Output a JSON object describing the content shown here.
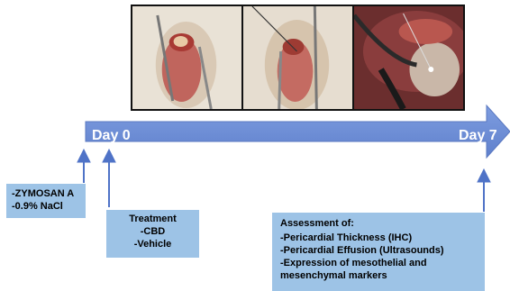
{
  "timeline": {
    "start_label": "Day 0",
    "end_label": "Day 7",
    "arrow_color": "#6f8fd6",
    "box_color": "#9dc3e6"
  },
  "photos": [
    {
      "name": "surgical-photo-1"
    },
    {
      "name": "surgical-photo-2"
    },
    {
      "name": "surgical-photo-3"
    }
  ],
  "boxes": {
    "injection": {
      "lines": [
        "-ZYMOSAN A",
        "-0.9% NaCl"
      ]
    },
    "treatment": {
      "title": "Treatment",
      "lines": [
        "-CBD",
        "-Vehicle"
      ]
    },
    "assessment": {
      "title": "Assessment of:",
      "lines": [
        "-Pericardial Thickness (IHC)",
        "-Pericardial Effusion (Ultrasounds)",
        "-Expression of mesothelial and",
        "mesenchymal markers"
      ]
    }
  }
}
